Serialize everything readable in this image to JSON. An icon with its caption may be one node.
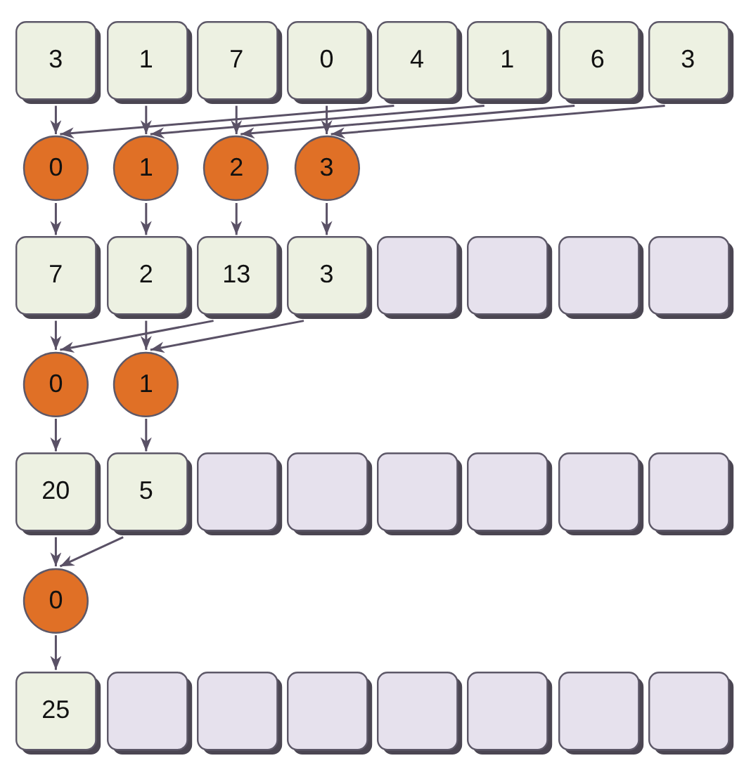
{
  "diagram": {
    "nodes": [
      {
        "text": [
          "3"
        ]
      },
      {
        "text": [
          "1"
        ]
      },
      {
        "text": [
          "7"
        ]
      },
      {
        "text": [
          "0"
        ]
      },
      {
        "text": [
          "4"
        ]
      },
      {
        "text": [
          "1"
        ]
      },
      {
        "text": [
          "6"
        ]
      },
      {
        "text": [
          "3"
        ]
      },
      {
        "text": [
          "0"
        ]
      },
      {
        "text": [
          "1"
        ]
      },
      {
        "text": [
          "2"
        ]
      },
      {
        "text": [
          "3"
        ]
      },
      {
        "text": [
          "7"
        ]
      },
      {
        "text": [
          "2"
        ]
      },
      {
        "text": [
          "13"
        ]
      },
      {
        "text": [
          "3"
        ]
      },
      {
        "text": [],
        "shape": "box"
      },
      {
        "text": [],
        "shape": "box"
      },
      {
        "text": [],
        "shape": "box"
      },
      {
        "text": [],
        "shape": "box"
      },
      {
        "text": [
          "0"
        ]
      },
      {
        "text": [
          "1"
        ]
      },
      {
        "text": [
          "20"
        ]
      },
      {
        "text": [
          "5"
        ]
      },
      {
        "text": [],
        "shape": "box"
      },
      {
        "text": [],
        "shape": "box"
      },
      {
        "text": [],
        "shape": "box"
      },
      {
        "text": [],
        "shape": "box"
      },
      {
        "text": [],
        "shape": "box"
      },
      {
        "text": [],
        "shape": "box"
      },
      {
        "text": [
          "0"
        ]
      },
      {
        "text": [
          "25"
        ]
      },
      {
        "text": [],
        "shape": "box"
      },
      {
        "text": [],
        "shape": "box"
      },
      {
        "text": [],
        "shape": "box"
      },
      {
        "text": [],
        "shape": "box"
      },
      {
        "text": [],
        "shape": "box"
      },
      {
        "text": [],
        "shape": "box"
      },
      {
        "text": [],
        "shape": "box"
      }
    ],
    "edges": [
      {
        "from": 0,
        "to": 8,
        "arrow": "to"
      },
      {
        "from": 4,
        "to": 8,
        "arrow": "to"
      },
      {
        "from": 1,
        "to": 9,
        "arrow": "to"
      },
      {
        "from": 5,
        "to": 9,
        "arrow": "to"
      },
      {
        "from": 2,
        "to": 10,
        "arrow": "to"
      },
      {
        "from": 6,
        "to": 10,
        "arrow": "to"
      },
      {
        "from": 3,
        "to": 11,
        "arrow": "to"
      },
      {
        "from": 7,
        "to": 11,
        "arrow": "to"
      },
      {
        "from": 8,
        "to": 12,
        "arrow": "to"
      },
      {
        "from": 9,
        "to": 13,
        "arrow": "to"
      },
      {
        "from": 10,
        "to": 14,
        "arrow": "to"
      },
      {
        "from": 11,
        "to": 15,
        "arrow": "to"
      },
      {
        "from": 12,
        "to": 20,
        "arrow": "to"
      },
      {
        "from": 14,
        "to": 20,
        "arrow": "to"
      },
      {
        "from": 13,
        "to": 21,
        "arrow": "to"
      },
      {
        "from": 15,
        "to": 21,
        "arrow": "to"
      },
      {
        "from": 20,
        "to": 22,
        "arrow": "to"
      },
      {
        "from": 21,
        "to": 23,
        "arrow": "to"
      },
      {
        "from": 22,
        "to": 30,
        "arrow": "to"
      },
      {
        "from": 23,
        "to": 30,
        "arrow": "to"
      },
      {
        "from": 30,
        "to": 31,
        "arrow": "to"
      }
    ]
  }
}
